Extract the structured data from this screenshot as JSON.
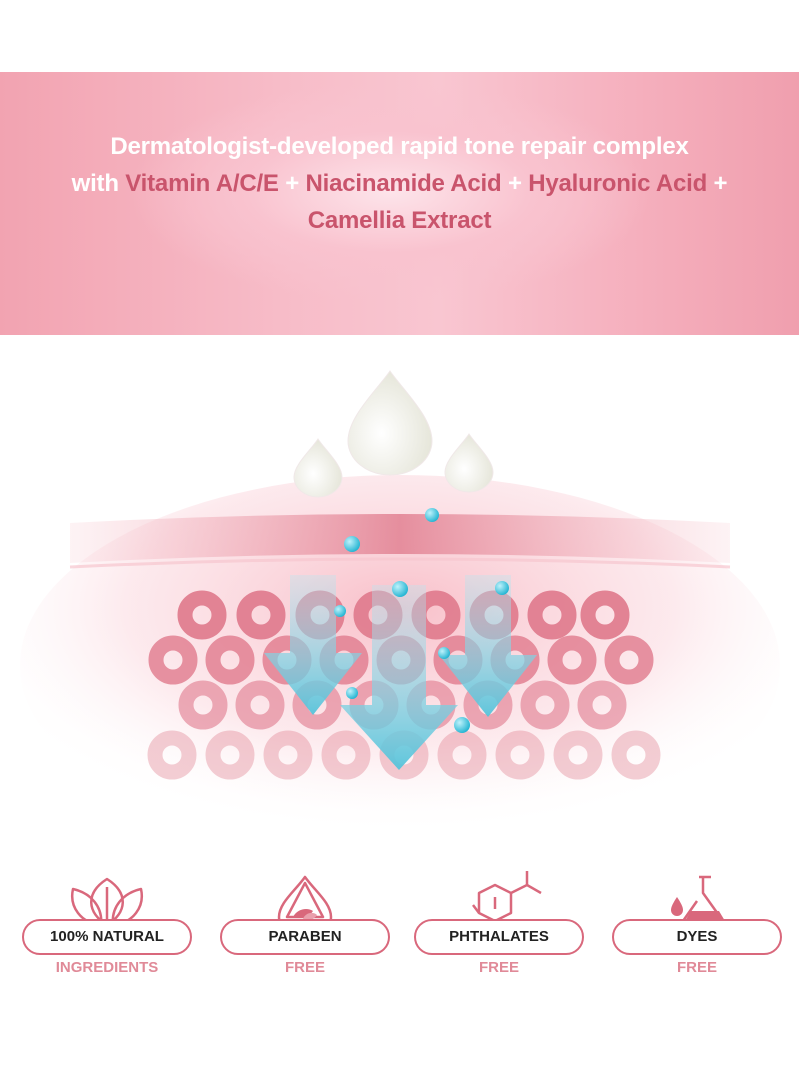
{
  "banner": {
    "line1": "Dermatologist-developed rapid tone repair complex",
    "line2_prefix": "with ",
    "ingredient1": "Vitamin A/C/E",
    "plus1": " + ",
    "ingredient2": "Niacinamide Acid",
    "plus2": " + ",
    "ingredient3": "Hyaluronic Acid",
    "plus3": " +",
    "ingredient4": "Camellia Extract"
  },
  "badges": [
    {
      "label": "100% NATURAL",
      "sub": "INGREDIENTS",
      "icon": "leaves-icon"
    },
    {
      "label": "PARABEN",
      "sub": "FREE",
      "icon": "paraben-drop-icon"
    },
    {
      "label": "PHTHALATES",
      "sub": "FREE",
      "icon": "molecule-icon"
    },
    {
      "label": "DYES",
      "sub": "FREE",
      "icon": "flask-icon"
    }
  ],
  "colors": {
    "accent": "#d9687c",
    "ingredient_text": "#c9546c",
    "sub_text": "#e08a98",
    "drop": "#34c3dc",
    "arrow": "#7fd0e0"
  }
}
